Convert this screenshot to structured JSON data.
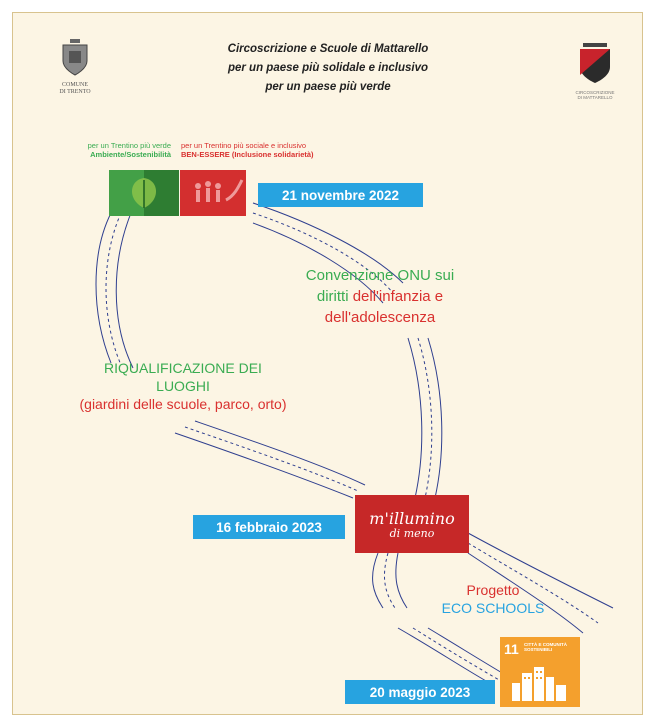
{
  "header": {
    "line1": "Circoscrizione e Scuole di Mattarello",
    "line2": "per un paese più solidale e inclusivo",
    "line3": "per un paese più verde"
  },
  "logo_left": {
    "text1": "COMUNE",
    "text2": "DI TRENTO"
  },
  "logo_right": {
    "text": "CIRCOSCRIZIONE DI MATTARELLO"
  },
  "tags": {
    "green_sub": "per un Trentino più verde",
    "green_main": "Ambiente/Sostenibilità",
    "red_sub": "per un Trentino più sociale e inclusivo",
    "red_main": "BEN-ESSERE (Inclusione solidarietà)"
  },
  "dates": {
    "d1": "21 novembre 2022",
    "d2": "16 febbraio 2023",
    "d3": "20 maggio 2023"
  },
  "onu": {
    "line1": "Convenzione ONU sui",
    "line2a": "diritti ",
    "line2b": "dell'infanzia e",
    "line3": "dell'adolescenza"
  },
  "riq": {
    "line1": "RIQUALIFICAZIONE DEI",
    "line2": "LUOGHI",
    "line3": "(giardini delle scuole, parco, orto)"
  },
  "eco": {
    "line1": "Progetto",
    "line2": "ECO SCHOOLS"
  },
  "millumino": {
    "text1": "m'illumino",
    "text2": "di meno"
  },
  "sdg11": {
    "number": "11",
    "title": "CITTÀ E COMUNITÀ SOSTENIBILI"
  },
  "colors": {
    "green": "#3aac52",
    "red": "#d9312f",
    "badge": "#27a3e0",
    "line": "#2f3f8f",
    "sdg11": "#f4a02d"
  }
}
